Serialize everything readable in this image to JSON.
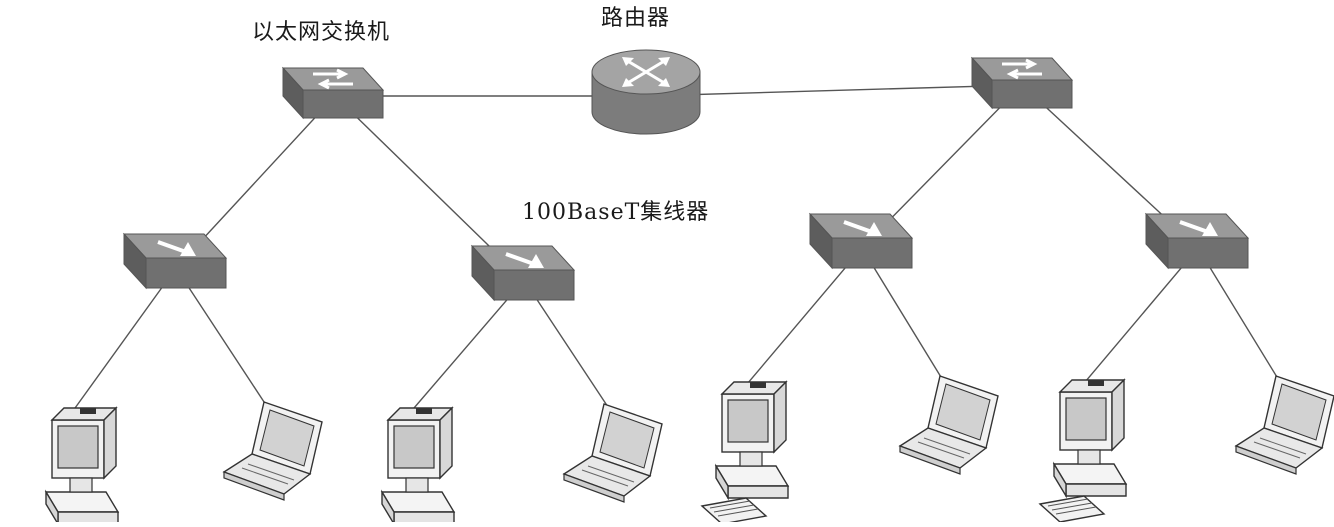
{
  "labels": {
    "ethernet_switch": "以太网交换机",
    "router": "路由器",
    "hub": "100BaseT集线器"
  },
  "colors": {
    "device_top": "#8f8f8f",
    "device_front": "#6f6f6f",
    "device_side": "#5c5c5c",
    "router_body": "#7c7c7c",
    "router_top": "#a4a4a4",
    "link": "#555555",
    "arrow": "#ffffff"
  },
  "topology": {
    "router": "router-1",
    "switches": [
      "switch-left",
      "switch-right"
    ],
    "hubs": [
      "hub-1",
      "hub-2",
      "hub-3",
      "hub-4"
    ],
    "links": [
      [
        "switch-left",
        "router-1"
      ],
      [
        "router-1",
        "switch-right"
      ],
      [
        "switch-left",
        "hub-1"
      ],
      [
        "switch-left",
        "hub-2"
      ],
      [
        "switch-right",
        "hub-3"
      ],
      [
        "switch-right",
        "hub-4"
      ],
      [
        "hub-1",
        "desktop-1"
      ],
      [
        "hub-1",
        "laptop-1"
      ],
      [
        "hub-2",
        "desktop-2"
      ],
      [
        "hub-2",
        "laptop-2"
      ],
      [
        "hub-3",
        "desktop-3"
      ],
      [
        "hub-3",
        "laptop-3"
      ],
      [
        "hub-4",
        "desktop-4"
      ],
      [
        "hub-4",
        "laptop-4"
      ]
    ]
  }
}
